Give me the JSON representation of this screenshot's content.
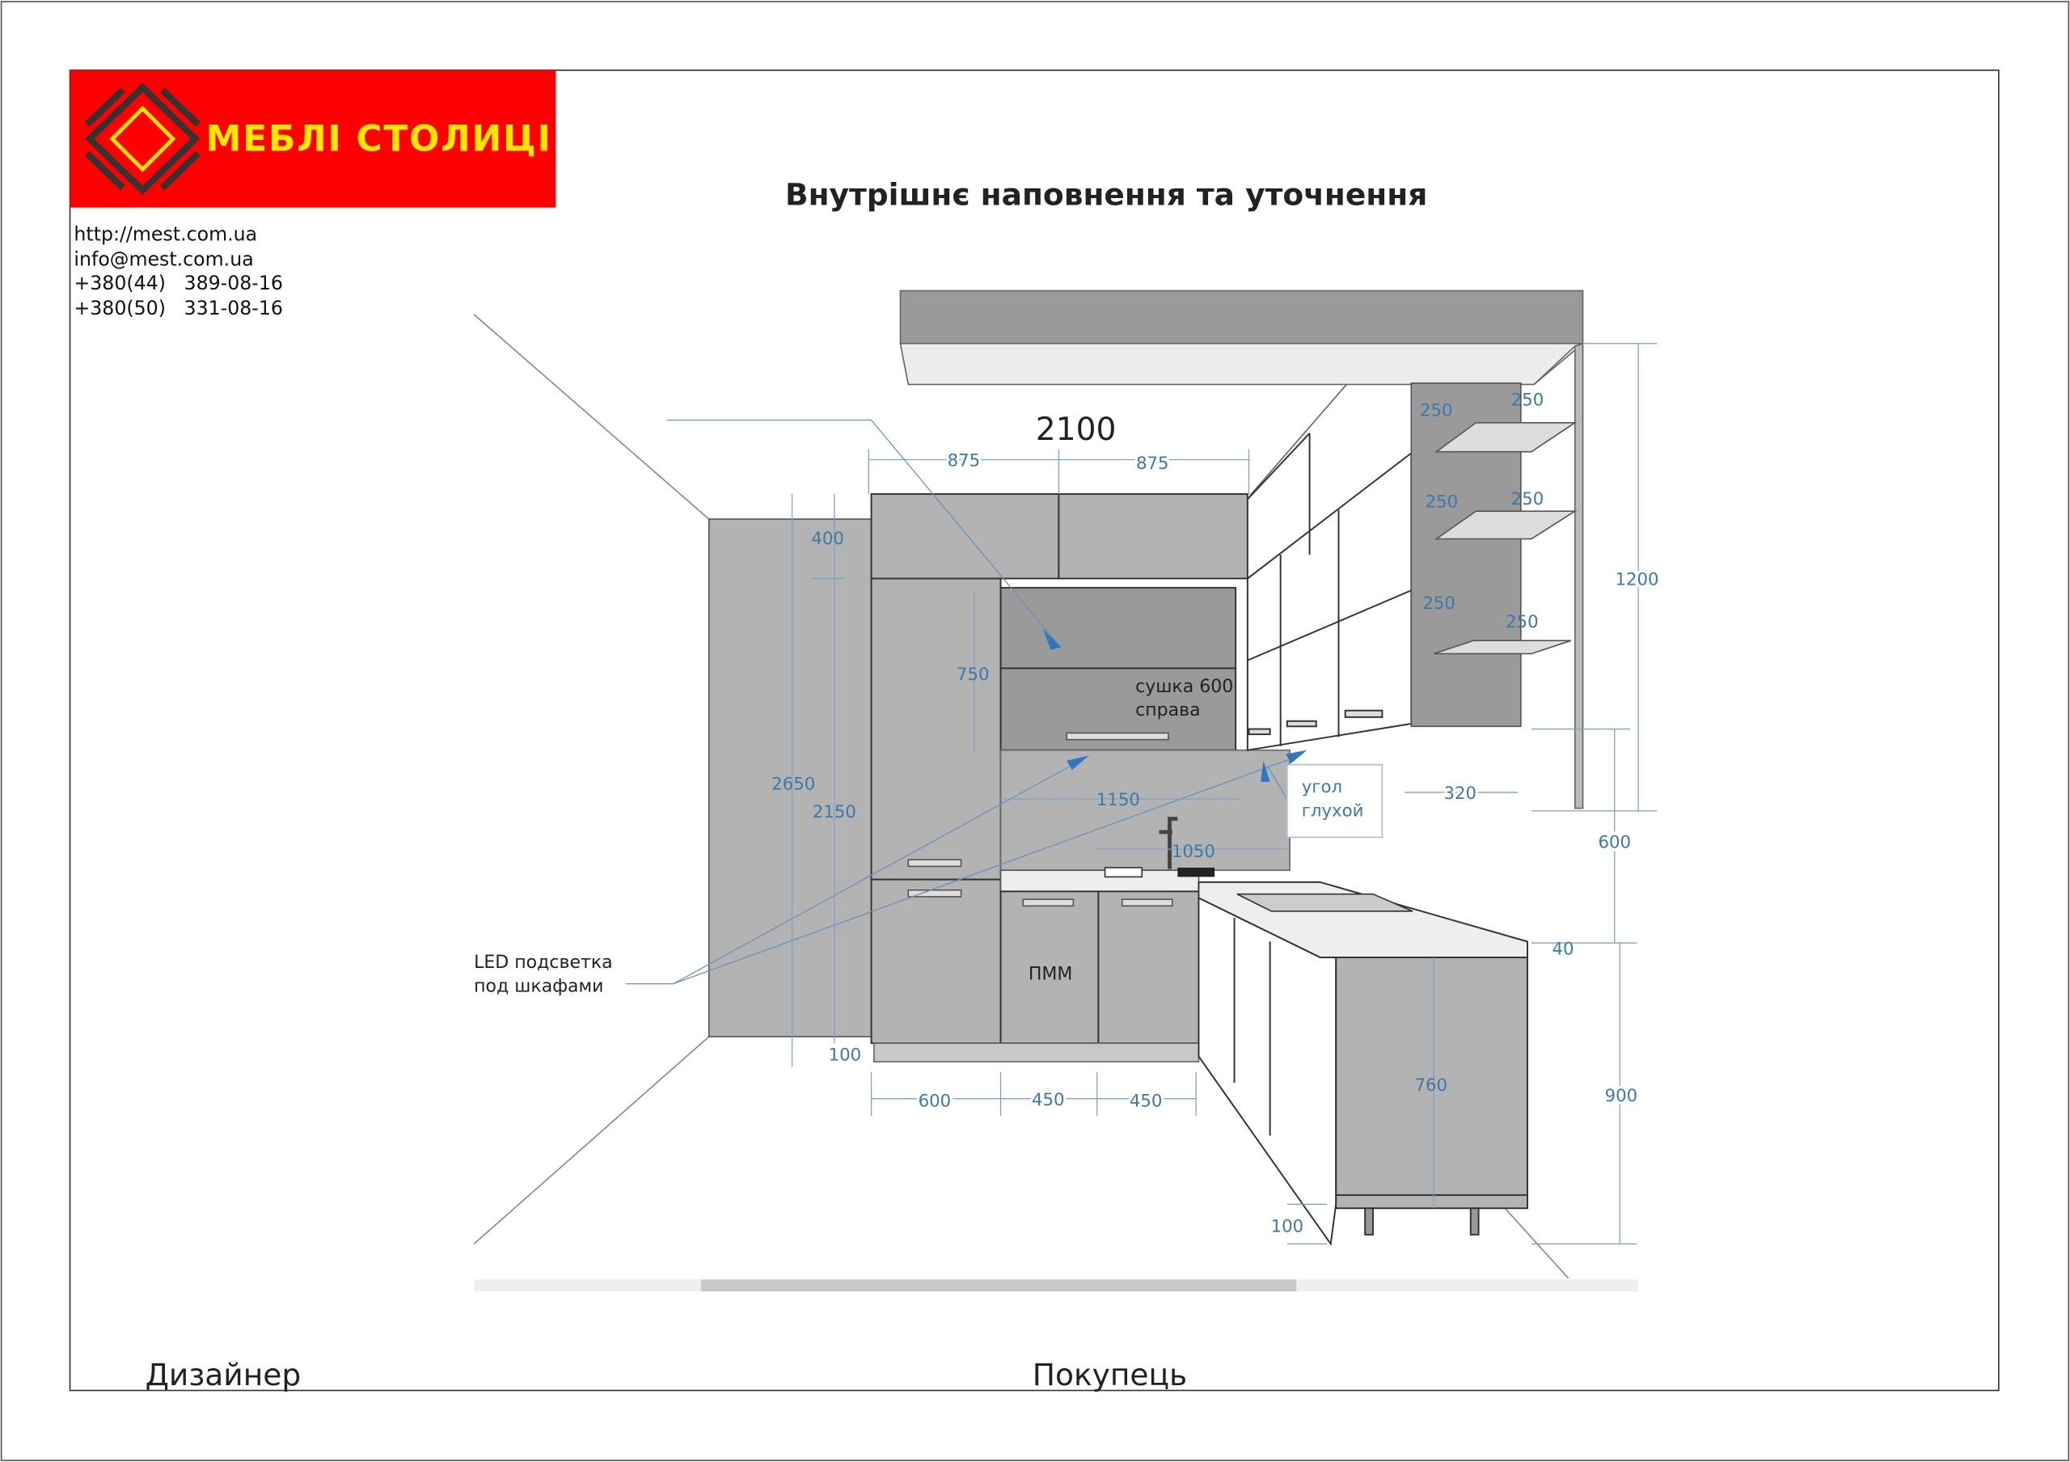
{
  "logo": {
    "text": "МЕБЛІ СТОЛИЦІ",
    "bg_color": "#ff0000",
    "text_color": "#ffe600"
  },
  "contacts": [
    "http://mest.com.ua",
    "info@mest.com.ua",
    "+380(44)   389-08-16",
    "+380(50)   331-08-16"
  ],
  "title": "Внутрішнє наповнення та уточнення",
  "dimensions": {
    "total_width": "2100",
    "upper_left": "875",
    "upper_right": "875",
    "mezzanine_h": "400",
    "dryer_h": "750",
    "total_h": "2650",
    "column_h": "2150",
    "backsplash_w": "1150",
    "sink_w": "1050",
    "plinth_left": "100",
    "base_1": "600",
    "base_2": "450",
    "base_3": "450",
    "plinth_right": "100",
    "base_h": "760",
    "counter_h": "900",
    "counter_t": "40",
    "gap_h": "600",
    "shelf_depth": "320",
    "shelf_unit_h": "1200",
    "shelf_1a": "250",
    "shelf_1b": "250",
    "shelf_2a": "250",
    "shelf_2b": "250",
    "shelf_3a": "250",
    "shelf_3b": "250"
  },
  "notes": {
    "dryer_1": "сушка 600",
    "dryer_2": "справа",
    "corner_1": "угол",
    "corner_2": "глухой",
    "dishwasher": "ПММ",
    "led_1": "LED подсветка",
    "led_2": "под шкафами"
  },
  "signatures": {
    "designer": "Дизайнер",
    "buyer": "Покупець"
  },
  "colors": {
    "dimension": "#3d78a8",
    "arrow": "#2f78bf",
    "cabinet": "#b3b3b3",
    "cabinet_dark": "#9a9a9a"
  }
}
